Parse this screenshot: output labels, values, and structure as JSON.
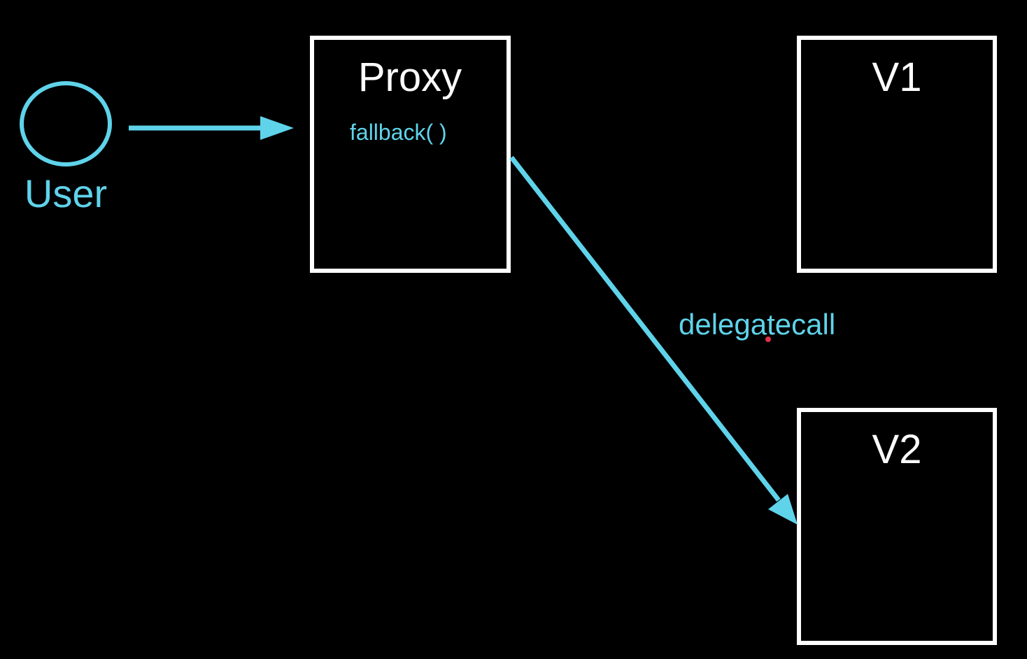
{
  "colors": {
    "background": "#000000",
    "box_stroke": "#ffffff",
    "accent": "#5fd3ea",
    "marker_dot": "#e0304a"
  },
  "actor": {
    "label": "User",
    "icon": "circle-icon"
  },
  "nodes": {
    "proxy": {
      "title": "Proxy",
      "method": "fallback( )"
    },
    "v1": {
      "title": "V1"
    },
    "v2": {
      "title": "V2"
    }
  },
  "edges": {
    "user_to_proxy": {
      "from": "User",
      "to": "Proxy"
    },
    "proxy_to_v2": {
      "from": "Proxy",
      "to": "V2",
      "label": "delegatecall"
    }
  }
}
